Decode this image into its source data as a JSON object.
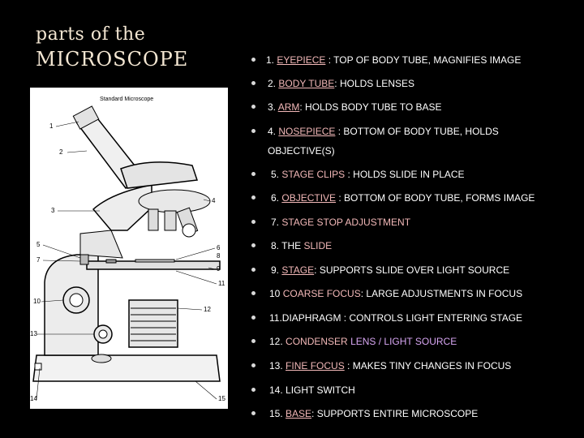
{
  "title": {
    "line1": "parts of the",
    "line2": "MICROSCOPE"
  },
  "figure": {
    "caption": "Standard Microscope",
    "callouts": [
      "1",
      "2",
      "3",
      "4",
      "5",
      "6",
      "7",
      "8",
      "9",
      "10",
      "11",
      "12",
      "13",
      "14",
      "15"
    ]
  },
  "items": [
    {
      "n": "1.",
      "term": "EYEPIECE",
      "sep": " :",
      "desc": " TOP OF BODY TUBE, MAGNIFIES IMAGE"
    },
    {
      "n": "2.",
      "term": "BODY TUBE",
      "sep": ":",
      "desc": " HOLDS LENSES"
    },
    {
      "n": "3.",
      "term": "ARM",
      "sep": ":",
      "desc": " HOLDS BODY TUBE TO BASE"
    },
    {
      "n": "4.",
      "term": "NOSEPIECE",
      "sep": " :",
      "desc": " BOTTOM OF BODY TUBE, HOLDS",
      "cont": "OBJECTIVE(S)"
    },
    {
      "n": "5.",
      "term": "STAGE CLIPS",
      "sep": " :",
      "desc": " HOLDS SLIDE IN PLACE"
    },
    {
      "n": "6.",
      "term": "OBJECTIVE",
      "sep": " :",
      "desc": " BOTTOM OF BODY TUBE, FORMS IMAGE"
    },
    {
      "n": "7.",
      "term": "STAGE STOP ADJUSTMENT",
      "sep": "",
      "desc": ""
    },
    {
      "n": "8. THE",
      "term": "SLIDE",
      "sep": "",
      "desc": ""
    },
    {
      "n": "9.",
      "term": "STAGE",
      "sep": ":",
      "desc": " SUPPORTS SLIDE OVER LIGHT SOURCE"
    },
    {
      "n": "10",
      "term": "COARSE FOCUS",
      "sep": ":",
      "desc": " LARGE ADJUSTMENTS IN FOCUS"
    },
    {
      "n": "11.DIAPHRAGM",
      "term": "",
      "sep": " :",
      "desc": " CONTROLS LIGHT ENTERING STAGE"
    },
    {
      "n": "12.",
      "term": "CONDENSER",
      "sep": "",
      "desc": "",
      "extra": "LENS / LIGHT SOURCE"
    },
    {
      "n": "13.",
      "term": "FINE FOCUS",
      "sep": " :",
      "desc": " MAKES TINY CHANGES IN FOCUS"
    },
    {
      "n": "14. LIGHT SWITCH",
      "term": "",
      "sep": "",
      "desc": ""
    },
    {
      "n": "15.",
      "term": "BASE",
      "sep": ":",
      "desc": " SUPPORTS ENTIRE MICROSCOPE"
    }
  ],
  "colors": {
    "term": "#f2b8b8",
    "extra": "#d7a6f2",
    "title": "#f3e6d2"
  }
}
